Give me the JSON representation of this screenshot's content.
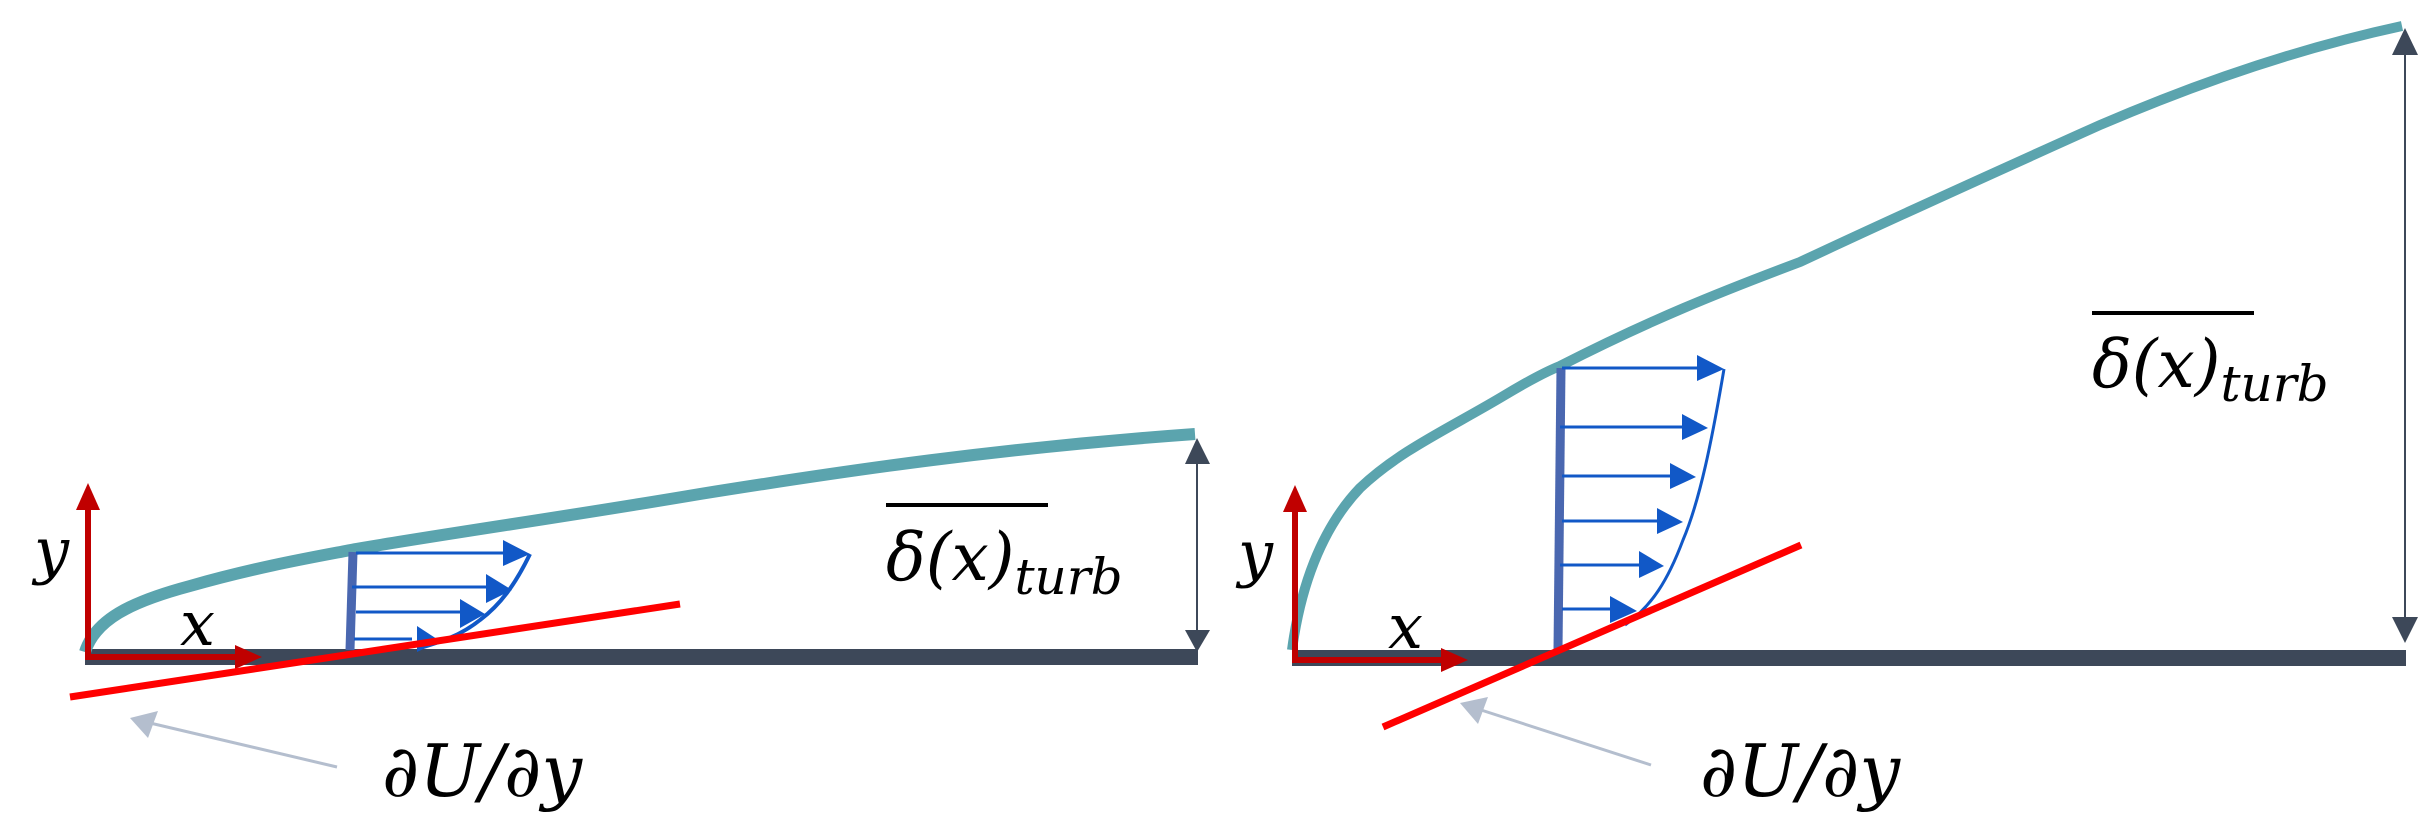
{
  "colors": {
    "boundary_layer": "#5BA4AE",
    "wall": "#3D4859",
    "axes": "#C00000",
    "tangent": "#FF0000",
    "profile_bar": "#4A67B0",
    "profile_arrows": "#1158C7",
    "dimension": "#3D4859",
    "pointer": "#B4BECE"
  },
  "panels": [
    {
      "id": "left",
      "axis_labels": {
        "x": "x",
        "y": "y"
      },
      "thickness_label": {
        "main": "δ(x)",
        "subscript": "turb"
      },
      "gradient_label": "∂U/∂y"
    },
    {
      "id": "right",
      "axis_labels": {
        "x": "x",
        "y": "y"
      },
      "thickness_label": {
        "main": "δ(x)",
        "subscript": "turb"
      },
      "gradient_label": "∂U/∂y"
    }
  ]
}
